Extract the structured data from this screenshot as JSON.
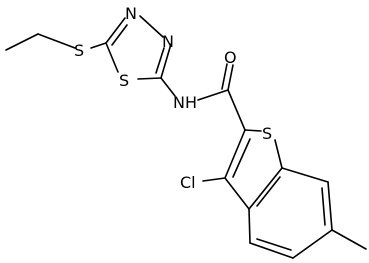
{
  "molecule": {
    "atom_labels": {
      "s_thioether": "S",
      "n_ring_1": "N",
      "n_ring_2": "N",
      "s_thiadiazole": "S",
      "nh": "NH",
      "o_carbonyl": "O",
      "s_benzothiophene": "S",
      "cl": "Cl"
    }
  }
}
